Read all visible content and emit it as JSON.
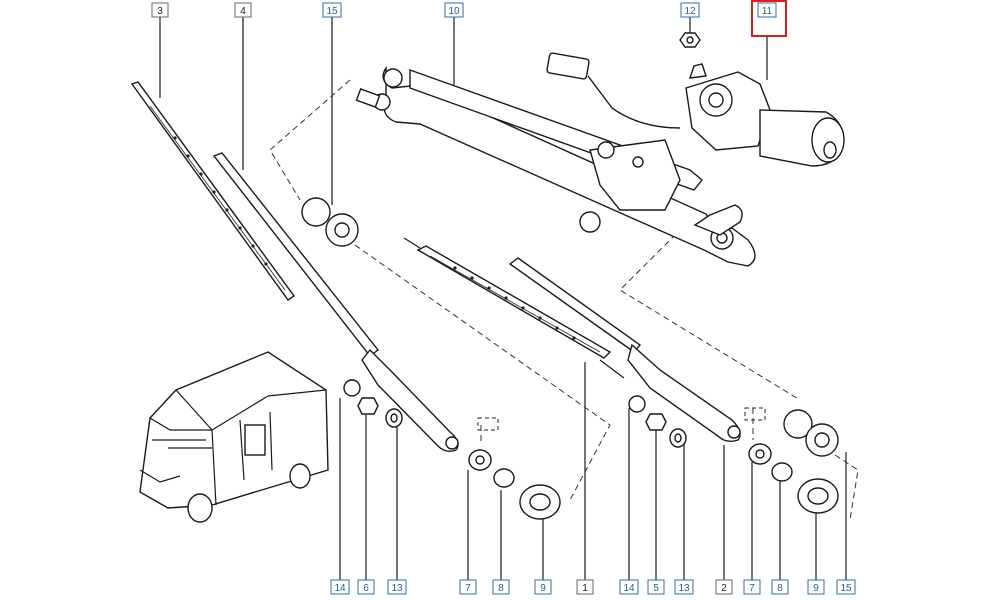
{
  "diagram": {
    "callouts_top": [
      {
        "id": "c3",
        "label": "3"
      },
      {
        "id": "c4",
        "label": "4"
      },
      {
        "id": "c15a",
        "label": "15"
      },
      {
        "id": "c10",
        "label": "10"
      },
      {
        "id": "c12",
        "label": "12"
      },
      {
        "id": "c11",
        "label": "11"
      }
    ],
    "callouts_bottom": [
      {
        "id": "b14a",
        "label": "14"
      },
      {
        "id": "b6",
        "label": "6"
      },
      {
        "id": "b13a",
        "label": "13"
      },
      {
        "id": "b7a",
        "label": "7"
      },
      {
        "id": "b8a",
        "label": "8"
      },
      {
        "id": "b9a",
        "label": "9"
      },
      {
        "id": "b1",
        "label": "1"
      },
      {
        "id": "b14b",
        "label": "14"
      },
      {
        "id": "b5",
        "label": "5"
      },
      {
        "id": "b13b",
        "label": "13"
      },
      {
        "id": "b2",
        "label": "2"
      },
      {
        "id": "b7b",
        "label": "7"
      },
      {
        "id": "b8b",
        "label": "8"
      },
      {
        "id": "b9b",
        "label": "9"
      },
      {
        "id": "b15b",
        "label": "15"
      }
    ],
    "highlighted_part": "11",
    "colors": {
      "highlight": "#d62020",
      "callout_blue": "#2c6cae",
      "line": "#1a1a1a"
    }
  }
}
